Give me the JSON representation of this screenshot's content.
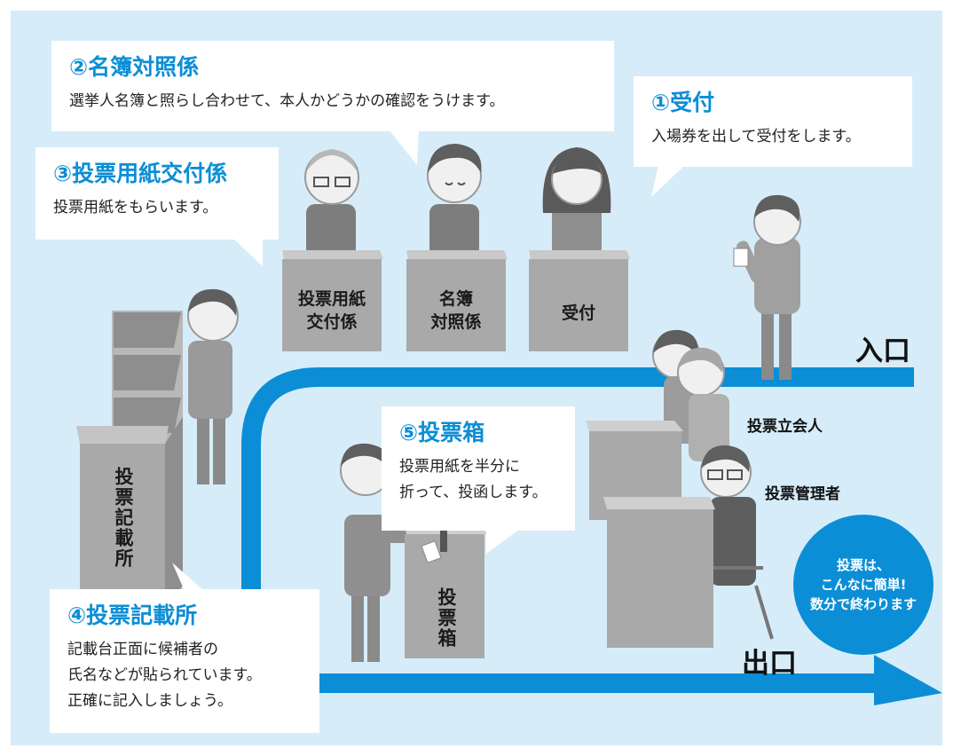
{
  "bubbles": {
    "roster": {
      "title": "②名簿対照係",
      "text": "選挙人名簿と照らし合わせて、本人かどうかの確認をうけます。"
    },
    "reception": {
      "title": "①受付",
      "text": "入場券を出して受付をします。"
    },
    "ballot_issuer": {
      "title": "③投票用紙交付係",
      "text": "投票用紙をもらいます。"
    },
    "ballot_box": {
      "title": "⑤投票箱",
      "text": "投票用紙を半分に\n折って、投函します。"
    },
    "booth": {
      "title": "④投票記載所",
      "text": "記載台正面に候補者の\n氏名などが貼られています。\n正確に記入しましょう。"
    }
  },
  "desks": {
    "issuer": "投票用紙\n交付係",
    "roster": "名簿\n対照係",
    "reception": "受付"
  },
  "booth_label": "投票記載所",
  "box_label": "投票箱",
  "entrance": "入口",
  "exit": "出口",
  "witness": "投票立会人",
  "manager": "投票管理者",
  "note": "投票は、\nこんなに簡単!\n数分で終わります",
  "colors": {
    "accent": "#0b8ed6",
    "background": "#d6ecf9",
    "desk": "#a9a9a9"
  }
}
